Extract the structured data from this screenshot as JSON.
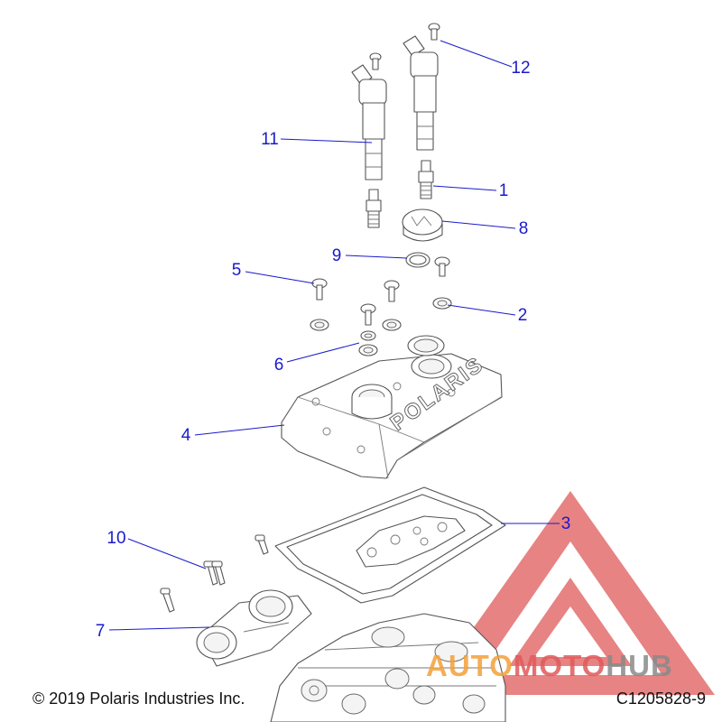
{
  "colors": {
    "callout": "#1a1acc",
    "watermark_red": "#e05a5a",
    "watermark_orange": "#f3a13a",
    "watermark_gray": "#8a8a8a"
  },
  "callouts": [
    {
      "number": "1",
      "part": "spark-plug"
    },
    {
      "number": "2",
      "part": "seal-washer"
    },
    {
      "number": "3",
      "part": "valve-cover-gasket"
    },
    {
      "number": "4",
      "part": "valve-cover"
    },
    {
      "number": "5",
      "part": "cover-bolt"
    },
    {
      "number": "6",
      "part": "sealing-washer"
    },
    {
      "number": "7",
      "part": "intake-boot"
    },
    {
      "number": "8",
      "part": "oil-fill-cap"
    },
    {
      "number": "9",
      "part": "o-ring"
    },
    {
      "number": "10",
      "part": "boot-bolt"
    },
    {
      "number": "11",
      "part": "ignition-coil"
    },
    {
      "number": "12",
      "part": "coil-bolt"
    }
  ],
  "cover_brand_text": "POLARIS",
  "watermark": {
    "part1": "AUTO",
    "part2": "MOTO",
    "part3": "HUB"
  },
  "footer": {
    "copyright": "© 2019 Polaris Industries Inc.",
    "drawing_number": "C1205828-9"
  }
}
